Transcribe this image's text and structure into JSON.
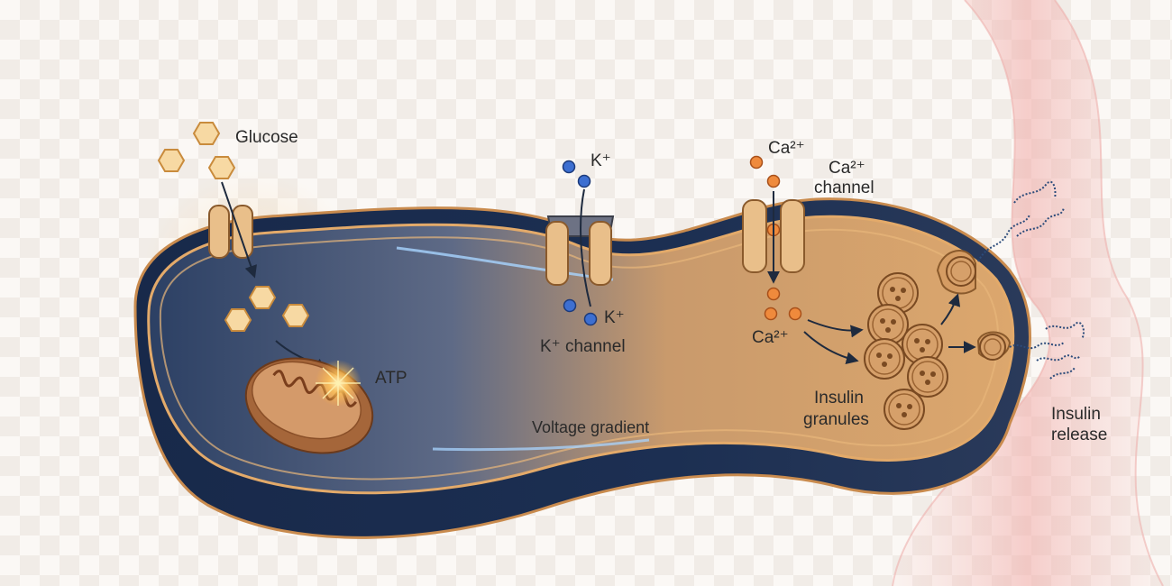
{
  "labels": {
    "glucose": "Glucose",
    "k_ion_top": "K⁺",
    "ca_ion_top": "Ca²⁺",
    "ca_channel_line1": "Ca²⁺",
    "ca_channel_line2": "channel",
    "k_ion_bottom": "K⁺",
    "k_channel": "K⁺ channel",
    "ca_ion_inside": "Ca²⁺",
    "atp": "ATP",
    "voltage_gradient": "Voltage gradient",
    "insulin_granules_line1": "Insulin",
    "insulin_granules_line2": "granules",
    "insulin_release_line1": "Insulin",
    "insulin_release_line2": "release"
  },
  "colors": {
    "membrane_outer": "#1f3556",
    "cell_warm": "#d9a36a",
    "cell_cool": "#3a4e72",
    "channel": "#e9bf8a",
    "channel_stroke": "#8a5a2c",
    "k_ion": "#3d6fd1",
    "ca_ion": "#ef8a3c",
    "glucose": "#f7d9a3",
    "blood_vessel": "#f2b3b0",
    "arrow": "#1e2a3e"
  },
  "icons": [
    "glucose-hexagon-icon",
    "k-ion-icon",
    "ca-ion-icon",
    "mitochondrion-icon",
    "insulin-granule-icon",
    "insulin-molecule-icon"
  ]
}
